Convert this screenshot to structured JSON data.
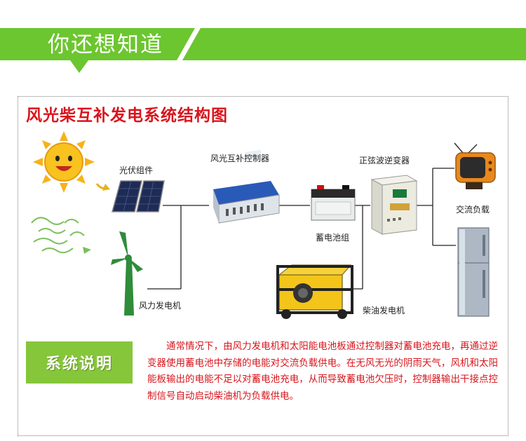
{
  "banner": {
    "title": "你还想知道",
    "color": "#6cc62f"
  },
  "diagram": {
    "title": "风光柴互补发电系统结构图",
    "labels": {
      "pv": "光伏组件",
      "wind": "风力发电机",
      "controller": "风光互补控制器",
      "battery": "蓄电池组",
      "inverter": "正弦波逆变器",
      "diesel": "柴油发电机",
      "ac_load": "交流负载"
    },
    "icons": [
      "sun-icon",
      "wind-gust-icon",
      "solar-panel-icon",
      "wind-turbine-icon",
      "controller-icon",
      "battery-icon",
      "inverter-icon",
      "diesel-generator-icon",
      "tv-icon",
      "refrigerator-icon"
    ]
  },
  "section": {
    "badge": "系统说明",
    "text": "通常情况下，由风力发电机和太阳能电池板通过控制器对蓄电池充电，再通过逆变器使用蓄电池中存储的电能对交流负载供电。在无风无光的阴雨天气，风机和太阳能板输出的电能不足以对蓄电池充电，从而导致蓄电池欠压时，控制器输出干接点控制信号自动启动柴油机为负载供电。"
  },
  "colors": {
    "accent_red": "#d9141c",
    "badge_green": "#86c63a"
  }
}
